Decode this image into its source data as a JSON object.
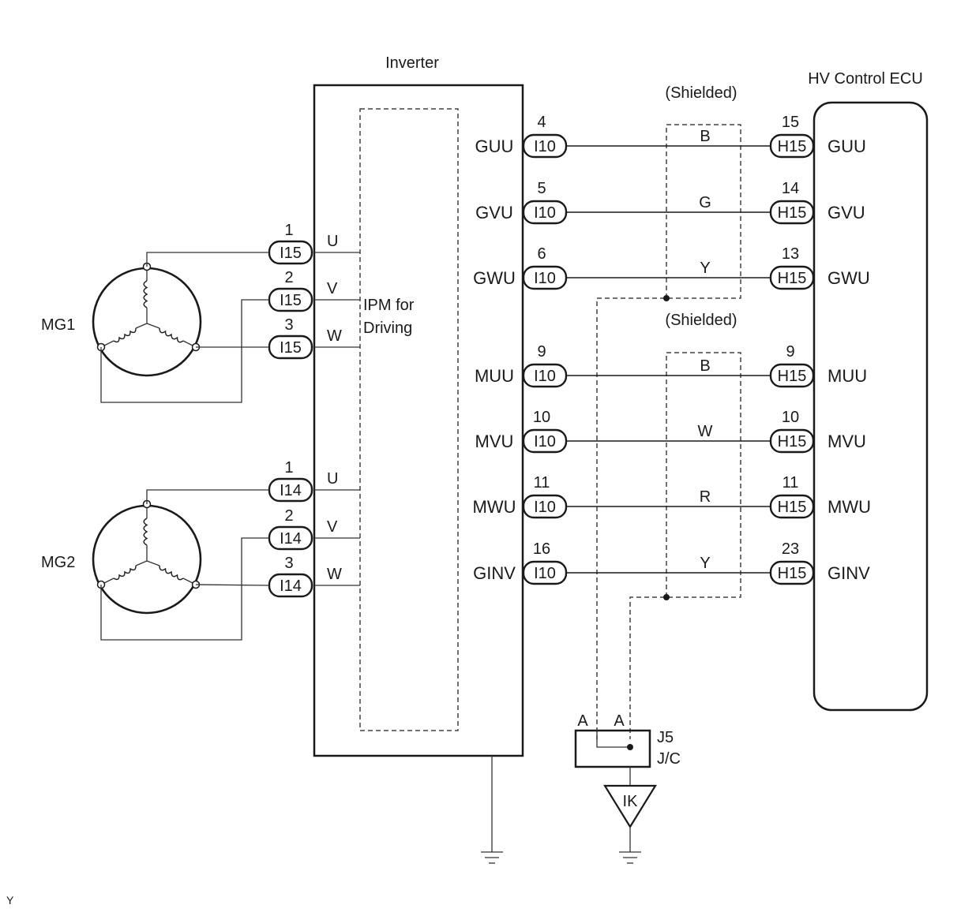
{
  "components": {
    "inverter": "Inverter",
    "ecu": "HV Control ECU",
    "ipm_line1": "IPM for",
    "ipm_line2": "Driving",
    "mg1": "MG1",
    "mg2": "MG2",
    "jc_line1": "J5",
    "jc_line2": "J/C",
    "ground_point": "IK",
    "shield_labels": [
      "(Shielded)",
      "(Shielded)"
    ],
    "corner_mark": "Y"
  },
  "motor_phases": [
    {
      "motor": "MG1",
      "pin": "1",
      "connector": "I15",
      "phase": "U"
    },
    {
      "motor": "MG1",
      "pin": "2",
      "connector": "I15",
      "phase": "V"
    },
    {
      "motor": "MG1",
      "pin": "3",
      "connector": "I15",
      "phase": "W"
    },
    {
      "motor": "MG2",
      "pin": "1",
      "connector": "I14",
      "phase": "U"
    },
    {
      "motor": "MG2",
      "pin": "2",
      "connector": "I14",
      "phase": "V"
    },
    {
      "motor": "MG2",
      "pin": "3",
      "connector": "I14",
      "phase": "W"
    }
  ],
  "signals": [
    {
      "name": "GUU",
      "inv_pin": "4",
      "inv_conn": "I10",
      "color": "B",
      "ecu_pin": "15",
      "ecu_conn": "H15"
    },
    {
      "name": "GVU",
      "inv_pin": "5",
      "inv_conn": "I10",
      "color": "G",
      "ecu_pin": "14",
      "ecu_conn": "H15"
    },
    {
      "name": "GWU",
      "inv_pin": "6",
      "inv_conn": "I10",
      "color": "Y",
      "ecu_pin": "13",
      "ecu_conn": "H15"
    },
    {
      "name": "MUU",
      "inv_pin": "9",
      "inv_conn": "I10",
      "color": "B",
      "ecu_pin": "9",
      "ecu_conn": "H15"
    },
    {
      "name": "MVU",
      "inv_pin": "10",
      "inv_conn": "I10",
      "color": "W",
      "ecu_pin": "10",
      "ecu_conn": "H15"
    },
    {
      "name": "MWU",
      "inv_pin": "11",
      "inv_conn": "I10",
      "color": "R",
      "ecu_pin": "11",
      "ecu_conn": "H15"
    },
    {
      "name": "GINV",
      "inv_pin": "16",
      "inv_conn": "I10",
      "color": "Y",
      "ecu_pin": "23",
      "ecu_conn": "H15"
    }
  ],
  "jc_pins": [
    "A",
    "A"
  ]
}
